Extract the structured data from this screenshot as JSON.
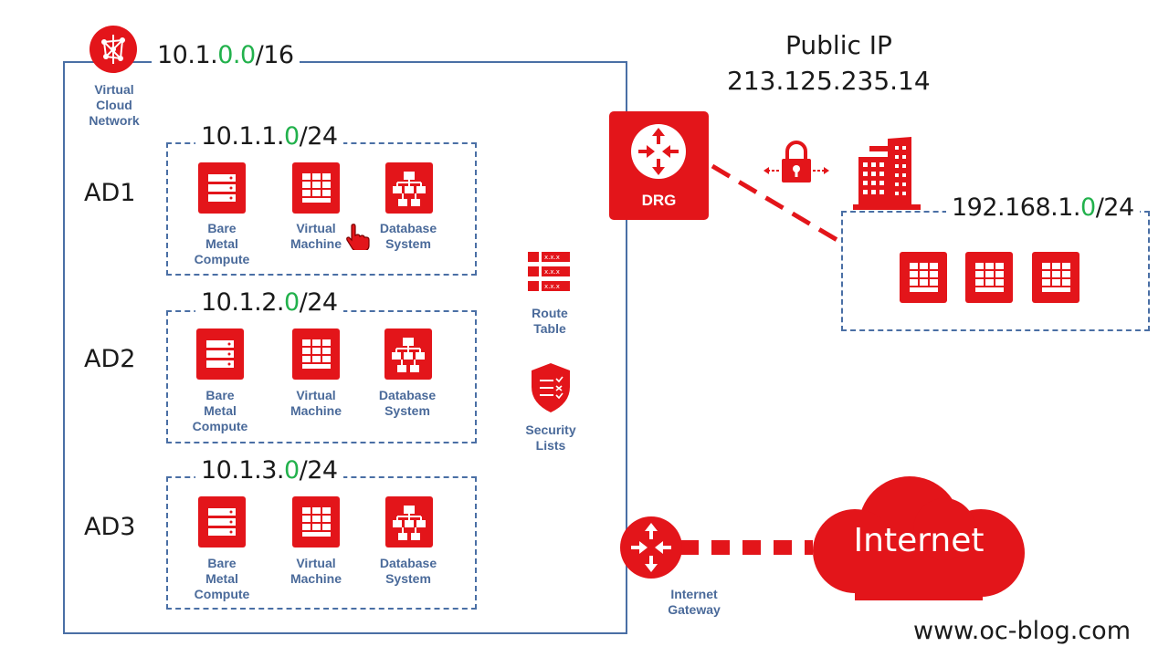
{
  "vcn": {
    "cidr_prefix": "10.1.",
    "cidr_green": "0.0",
    "cidr_suffix": "/16",
    "label": "Virtual\nCloud\nNetwork"
  },
  "subnets": [
    {
      "ad": "AD1",
      "cidr_prefix": "10.1.1.",
      "cidr_green": "0",
      "cidr_suffix": "/24"
    },
    {
      "ad": "AD2",
      "cidr_prefix": "10.1.2.",
      "cidr_green": "0",
      "cidr_suffix": "/24"
    },
    {
      "ad": "AD3",
      "cidr_prefix": "10.1.3.",
      "cidr_green": "0",
      "cidr_suffix": "/24"
    }
  ],
  "resources": {
    "bare_metal": "Bare\nMetal\nCompute",
    "virtual_machine": "Virtual\nMachine",
    "database": "Database\nSystem"
  },
  "route_table": {
    "label": "Route\nTable",
    "icon": "route-table-icon"
  },
  "security_lists": {
    "label": "Security\nLists",
    "icon": "shield-icon"
  },
  "drg": {
    "label": "DRG",
    "icon": "router-icon"
  },
  "public_ip": {
    "title": "Public IP",
    "address": "213.125.235.14"
  },
  "onprem": {
    "cidr_prefix": "192.168.1.",
    "cidr_green": "0",
    "cidr_suffix": "/24",
    "icon": "building-icon"
  },
  "internet_gateway": {
    "label": "Internet\nGateway",
    "icon": "router-icon"
  },
  "internet": {
    "label": "Internet",
    "icon": "cloud-icon"
  },
  "watermark": "www.oc-blog.com",
  "colors": {
    "accent": "#e3151a",
    "border": "#4a6fa5",
    "label": "#4a6a9a",
    "green": "#22b14c"
  }
}
